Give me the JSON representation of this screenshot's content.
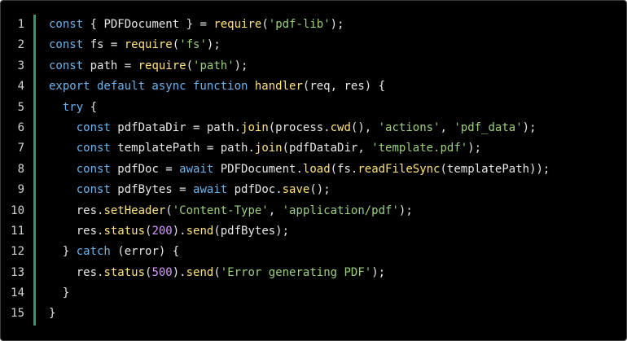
{
  "colors": {
    "background": "#000000",
    "gutter_separator": "#2e9d6a",
    "line_number": "#d4d4d4",
    "keyword": "#6cb4ee",
    "string": "#9ad07a",
    "function": "#ffe27a",
    "number": "#d699ff",
    "plain": "#e6e6e6"
  },
  "code": {
    "lines": [
      {
        "number": "1",
        "tokens": [
          [
            "kw",
            "const"
          ],
          [
            "p",
            " { PDFDocument } = "
          ],
          [
            "fn",
            "require"
          ],
          [
            "p",
            "("
          ],
          [
            "str",
            "'pdf-lib'"
          ],
          [
            "p",
            ");"
          ]
        ]
      },
      {
        "number": "2",
        "tokens": [
          [
            "kw",
            "const"
          ],
          [
            "p",
            " fs = "
          ],
          [
            "fn",
            "require"
          ],
          [
            "p",
            "("
          ],
          [
            "str",
            "'fs'"
          ],
          [
            "p",
            ");"
          ]
        ]
      },
      {
        "number": "3",
        "tokens": [
          [
            "kw",
            "const"
          ],
          [
            "p",
            " path = "
          ],
          [
            "fn",
            "require"
          ],
          [
            "p",
            "("
          ],
          [
            "str",
            "'path'"
          ],
          [
            "p",
            ");"
          ]
        ]
      },
      {
        "number": "4",
        "tokens": [
          [
            "kw",
            "export default async function"
          ],
          [
            "p",
            " "
          ],
          [
            "fn",
            "handler"
          ],
          [
            "p",
            "(req, res) {"
          ]
        ]
      },
      {
        "number": "5",
        "tokens": [
          [
            "p",
            "  "
          ],
          [
            "kw",
            "try"
          ],
          [
            "p",
            " {"
          ]
        ]
      },
      {
        "number": "6",
        "tokens": [
          [
            "p",
            "    "
          ],
          [
            "kw",
            "const"
          ],
          [
            "p",
            " pdfDataDir = path."
          ],
          [
            "fn",
            "join"
          ],
          [
            "p",
            "(process."
          ],
          [
            "fn",
            "cwd"
          ],
          [
            "p",
            "(), "
          ],
          [
            "str",
            "'actions'"
          ],
          [
            "p",
            ", "
          ],
          [
            "str",
            "'pdf_data'"
          ],
          [
            "p",
            ");"
          ]
        ]
      },
      {
        "number": "7",
        "tokens": [
          [
            "p",
            "    "
          ],
          [
            "kw",
            "const"
          ],
          [
            "p",
            " templatePath = path."
          ],
          [
            "fn",
            "join"
          ],
          [
            "p",
            "(pdfDataDir, "
          ],
          [
            "str",
            "'template.pdf'"
          ],
          [
            "p",
            ");"
          ]
        ]
      },
      {
        "number": "8",
        "tokens": [
          [
            "p",
            "    "
          ],
          [
            "kw",
            "const"
          ],
          [
            "p",
            " pdfDoc = "
          ],
          [
            "kw",
            "await"
          ],
          [
            "p",
            " PDFDocument."
          ],
          [
            "fn",
            "load"
          ],
          [
            "p",
            "(fs."
          ],
          [
            "fn",
            "readFileSync"
          ],
          [
            "p",
            "(templatePath));"
          ]
        ]
      },
      {
        "number": "9",
        "tokens": [
          [
            "p",
            "    "
          ],
          [
            "kw",
            "const"
          ],
          [
            "p",
            " pdfBytes = "
          ],
          [
            "kw",
            "await"
          ],
          [
            "p",
            " pdfDoc."
          ],
          [
            "fn",
            "save"
          ],
          [
            "p",
            "();"
          ]
        ]
      },
      {
        "number": "10",
        "tokens": [
          [
            "p",
            "    res."
          ],
          [
            "fn",
            "setHeader"
          ],
          [
            "p",
            "("
          ],
          [
            "str",
            "'Content-Type'"
          ],
          [
            "p",
            ", "
          ],
          [
            "str",
            "'application/pdf'"
          ],
          [
            "p",
            ");"
          ]
        ]
      },
      {
        "number": "11",
        "tokens": [
          [
            "p",
            "    res."
          ],
          [
            "fn",
            "status"
          ],
          [
            "p",
            "("
          ],
          [
            "num",
            "200"
          ],
          [
            "p",
            ")."
          ],
          [
            "fn",
            "send"
          ],
          [
            "p",
            "(pdfBytes);"
          ]
        ]
      },
      {
        "number": "12",
        "tokens": [
          [
            "p",
            "  } "
          ],
          [
            "kw",
            "catch"
          ],
          [
            "p",
            " (error) {"
          ]
        ]
      },
      {
        "number": "13",
        "tokens": [
          [
            "p",
            "    res."
          ],
          [
            "fn",
            "status"
          ],
          [
            "p",
            "("
          ],
          [
            "num",
            "500"
          ],
          [
            "p",
            ")."
          ],
          [
            "fn",
            "send"
          ],
          [
            "p",
            "("
          ],
          [
            "str",
            "'Error generating PDF'"
          ],
          [
            "p",
            ");"
          ]
        ]
      },
      {
        "number": "14",
        "tokens": [
          [
            "p",
            "  }"
          ]
        ]
      },
      {
        "number": "15",
        "tokens": [
          [
            "p",
            "}"
          ]
        ]
      }
    ]
  }
}
